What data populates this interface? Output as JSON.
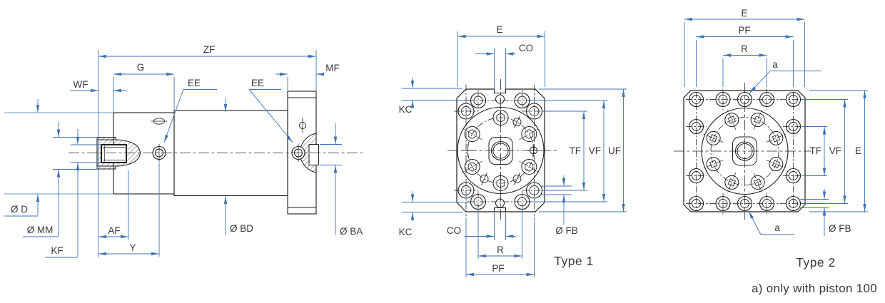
{
  "colors": {
    "line": "#1f1f1f",
    "dimension": "#3f72b5",
    "text": "#3a3a3a",
    "background": "#ffffff"
  },
  "side_view": {
    "zf": "ZF",
    "g": "G",
    "wf": "WF",
    "mf": "MF",
    "ee_left": "EE",
    "ee_right": "EE",
    "d": "Ø D",
    "mm": "Ø MM",
    "kf": "KF",
    "af": "AF",
    "y": "Y",
    "bd": "Ø BD",
    "ba": "Ø BA"
  },
  "type1": {
    "e": "E",
    "co_top": "CO",
    "kc_top": "KC",
    "kc_bottom": "KC",
    "co_bottom": "CO",
    "r": "R",
    "pf": "PF",
    "tf": "TF",
    "vf": "VF",
    "uf": "UF",
    "fb": "Ø FB",
    "caption": "Type 1"
  },
  "type2": {
    "e_top": "E",
    "pf": "PF",
    "r": "R",
    "a_top": "a",
    "a_bottom": "a",
    "tf": "TF",
    "vf": "VF",
    "e_right": "E",
    "fb": "Ø FB",
    "caption": "Type 2"
  },
  "footnote": "a) only with piston 100"
}
